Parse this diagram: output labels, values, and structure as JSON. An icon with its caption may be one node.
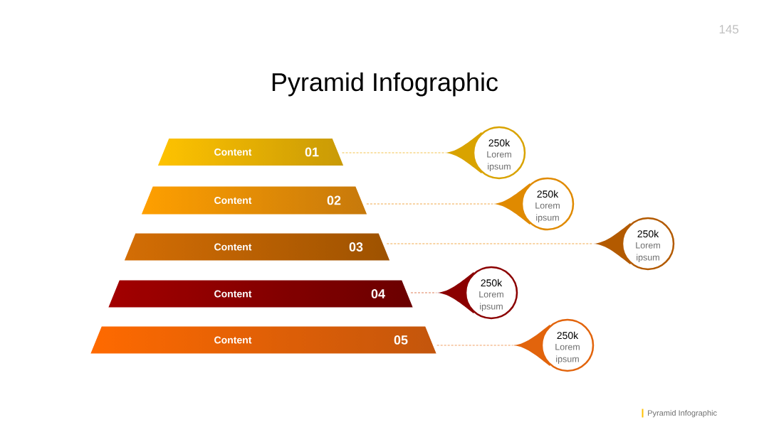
{
  "diagram": {
    "title": "Pyramid Infographic",
    "nodes": [
      {
        "text": [
          "Content",
          "01"
        ]
      },
      {
        "text": [
          "Content",
          "02"
        ]
      },
      {
        "text": [
          "Content",
          "03"
        ]
      },
      {
        "text": [
          "Content",
          "04"
        ]
      },
      {
        "text": [
          "Content",
          "05"
        ]
      },
      {
        "text": [
          "250k",
          "Lorem ipsum"
        ]
      },
      {
        "text": [
          "250k",
          "Lorem ipsum"
        ]
      },
      {
        "text": [
          "250k",
          "Lorem ipsum"
        ]
      },
      {
        "text": [
          "250k",
          "Lorem ipsum"
        ]
      },
      {
        "text": [
          "250k",
          "Lorem ipsum"
        ]
      }
    ],
    "edges": [
      {
        "from": 0,
        "to": 5,
        "arrow": "none",
        "style": "dashed",
        "color": "#f3c24a"
      },
      {
        "from": 1,
        "to": 6,
        "arrow": "none",
        "style": "dashed",
        "color": "#f0a848"
      },
      {
        "from": 2,
        "to": 7,
        "arrow": "none",
        "style": "dashed",
        "color": "#f0a848"
      },
      {
        "from": 3,
        "to": 8,
        "arrow": "none",
        "style": "dashed",
        "color": "#e0805a"
      },
      {
        "from": 4,
        "to": 9,
        "arrow": "none",
        "style": "dashed",
        "color": "#f0a060"
      }
    ],
    "labels": [
      "145",
      "Pyramid Infographic"
    ]
  }
}
